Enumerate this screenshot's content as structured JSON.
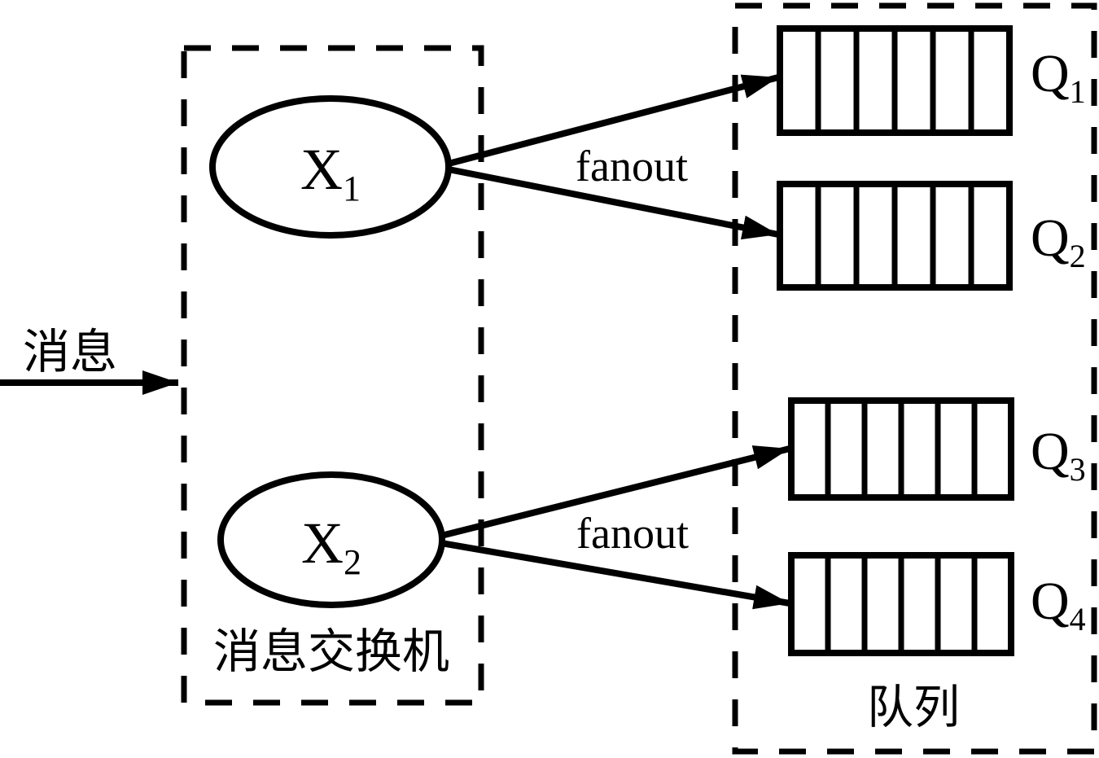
{
  "colors": {
    "ink": "#000000",
    "paper": "#ffffff"
  },
  "message": {
    "label": "消息"
  },
  "exchange_box": {
    "label": "消息交换机",
    "exchanges": [
      {
        "name": "X",
        "sub": "1"
      },
      {
        "name": "X",
        "sub": "2"
      }
    ]
  },
  "bindings": [
    {
      "from": "X1",
      "to": [
        "Q1",
        "Q2"
      ],
      "label": "fanout"
    },
    {
      "from": "X2",
      "to": [
        "Q3",
        "Q4"
      ],
      "label": "fanout"
    }
  ],
  "queue_box": {
    "label": "队列",
    "queues": [
      {
        "name": "Q",
        "sub": "1",
        "cells": 6
      },
      {
        "name": "Q",
        "sub": "2",
        "cells": 6
      },
      {
        "name": "Q",
        "sub": "3",
        "cells": 6
      },
      {
        "name": "Q",
        "sub": "4",
        "cells": 6
      }
    ]
  }
}
